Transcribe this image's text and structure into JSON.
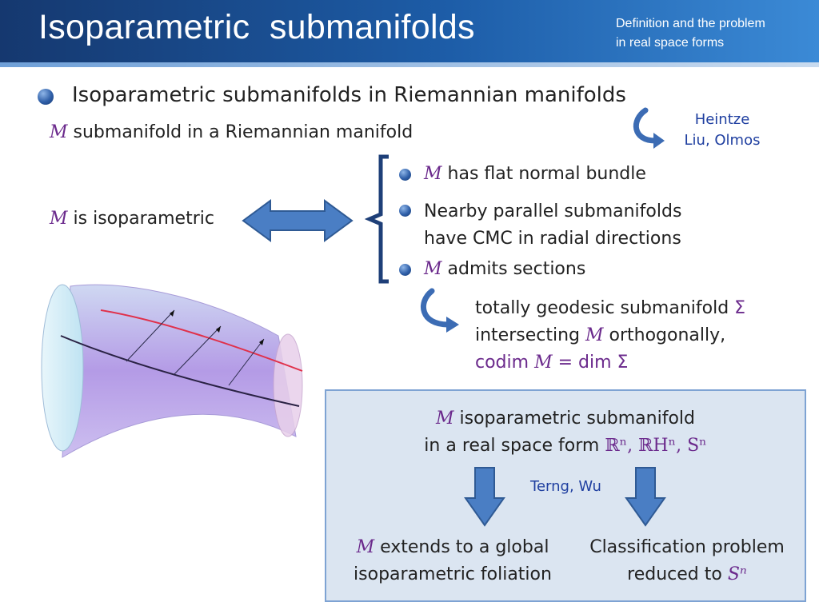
{
  "header": {
    "title": "Isoparametric  submanifolds",
    "subtitle_line1": "Definition and the problem",
    "subtitle_line2": "in real space forms"
  },
  "main": {
    "heading": "Isoparametric submanifolds in Riemannian manifolds",
    "ref1_line1": "Heintze",
    "ref1_line2": "Liu, Olmos",
    "intro_symbol": "M",
    "intro_text": " submanifold in a Riemannian manifold",
    "iso_symbol": "M",
    "iso_text": " is isoparametric",
    "cond1_symbol": "M",
    "cond1_text": " has flat normal bundle",
    "cond2_line1": "Nearby parallel submanifolds",
    "cond2_line2": "have CMC in radial directions",
    "cond3_symbol": "M",
    "cond3_text": " admits sections",
    "section_line1": "totally geodesic submanifold ",
    "section_sigma": "Σ",
    "section_line2a": "intersecting ",
    "section_symbol": "M",
    "section_line2b": " orthogonally,",
    "section_line3a": "codim ",
    "section_line3b": "M",
    "section_line3c": " = dim ",
    "section_line3d": "Σ"
  },
  "box": {
    "line1_symbol": "M",
    "line1_text": " isoparametric submanifold",
    "line2_text": "in a real space form ",
    "line2_spaces": "ℝⁿ, ℝHⁿ, Sⁿ",
    "ref2": "Terng, Wu",
    "left_line1_symbol": "M",
    "left_line1_text": " extends to a global",
    "left_line2": "isoparametric foliation",
    "right_line1": "Classification problem",
    "right_line2_text": "reduced to ",
    "right_line2_symbol": "Sⁿ"
  },
  "colors": {
    "accent_blue": "#3c6cb4",
    "math_purple": "#6b2a8c",
    "ref_blue": "#1f3fa0"
  }
}
